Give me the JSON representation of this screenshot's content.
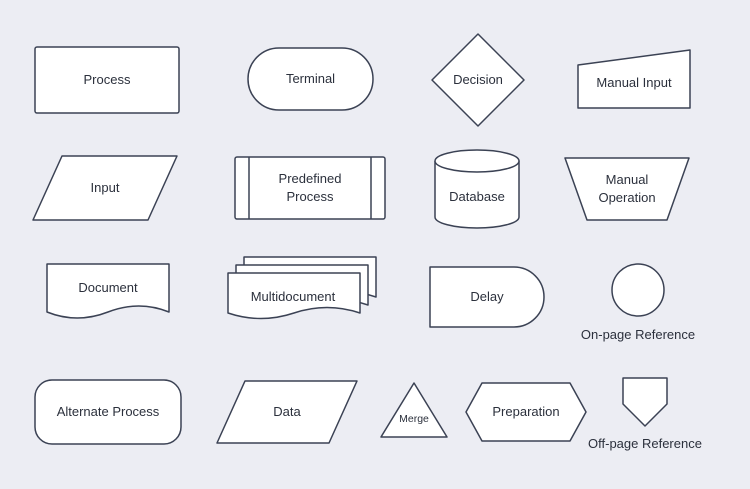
{
  "theme": {
    "background": "#ecedf3",
    "shape_fill": "#ffffff",
    "stroke_color": "#3b4254",
    "text_color": "#2b303c"
  },
  "shapes": [
    {
      "label": "Process",
      "type": "rectangle",
      "label_position": "inside"
    },
    {
      "label": "Terminal",
      "type": "stadium",
      "label_position": "inside"
    },
    {
      "label": "Decision",
      "type": "diamond",
      "label_position": "inside"
    },
    {
      "label": "Manual Input",
      "type": "slanted-top-rect",
      "label_position": "inside"
    },
    {
      "label": "Input",
      "type": "parallelogram",
      "label_position": "inside"
    },
    {
      "label": "Predefined Process",
      "type": "framed-rectangle",
      "label_position": "inside"
    },
    {
      "label": "Database",
      "type": "cylinder",
      "label_position": "inside"
    },
    {
      "label": "Manual Operation",
      "type": "trapezoid",
      "label_position": "inside"
    },
    {
      "label": "Document",
      "type": "document",
      "label_position": "inside"
    },
    {
      "label": "Multidocument",
      "type": "multidocument",
      "label_position": "inside"
    },
    {
      "label": "Delay",
      "type": "half-stadium",
      "label_position": "inside"
    },
    {
      "label": "On-page Reference",
      "type": "circle",
      "label_position": "below"
    },
    {
      "label": "Alternate Process",
      "type": "rounded-rectangle",
      "label_position": "inside"
    },
    {
      "label": "Data",
      "type": "parallelogram",
      "label_position": "inside"
    },
    {
      "label": "Merge",
      "type": "triangle",
      "label_position": "inside"
    },
    {
      "label": "Preparation",
      "type": "hexagon",
      "label_position": "inside"
    },
    {
      "label": "Off-page Reference",
      "type": "pentagon-down",
      "label_position": "below"
    }
  ]
}
